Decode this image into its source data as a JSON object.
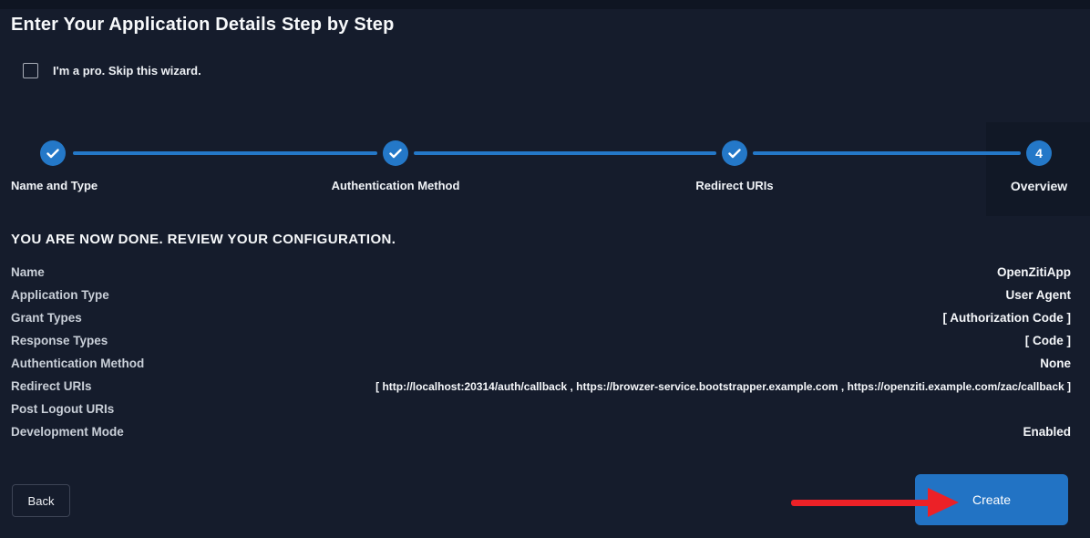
{
  "page": {
    "title": "Enter Your Application Details Step by Step"
  },
  "skip_wizard": {
    "label": "I'm a pro. Skip this wizard.",
    "checked": false
  },
  "stepper": {
    "steps": [
      {
        "label": "Name and Type",
        "state": "complete"
      },
      {
        "label": "Authentication Method",
        "state": "complete"
      },
      {
        "label": "Redirect URIs",
        "state": "complete"
      },
      {
        "label": "Overview",
        "state": "active",
        "number": "4"
      }
    ]
  },
  "review": {
    "heading": "YOU ARE NOW DONE. REVIEW YOUR CONFIGURATION.",
    "rows": [
      {
        "label": "Name",
        "value": "OpenZitiApp"
      },
      {
        "label": "Application Type",
        "value": "User Agent"
      },
      {
        "label": "Grant Types",
        "value": "[ Authorization Code ]"
      },
      {
        "label": "Response Types",
        "value": "[ Code ]"
      },
      {
        "label": "Authentication Method",
        "value": "None"
      },
      {
        "label": "Redirect URIs",
        "value": "[ http://localhost:20314/auth/callback , https://browzer-service.bootstrapper.example.com , https://openziti.example.com/zac/callback ]"
      },
      {
        "label": "Post Logout URIs",
        "value": ""
      },
      {
        "label": "Development Mode",
        "value": "Enabled"
      }
    ]
  },
  "actions": {
    "back_label": "Back",
    "create_label": "Create"
  },
  "icons": {
    "step_complete": "check-icon",
    "annotation": "red-arrow-right-icon"
  },
  "colors": {
    "background": "#151c2c",
    "active_step_panel": "#111826",
    "accent_blue": "#2478c8",
    "button_blue": "#2273c4",
    "arrow_red": "#ec2127",
    "label_gray": "#c9cfd8",
    "text_white": "#f5f7fa"
  }
}
